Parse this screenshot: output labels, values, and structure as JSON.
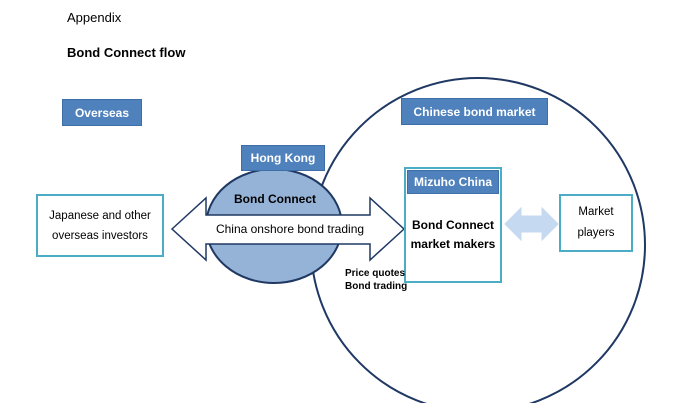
{
  "header": {
    "appendix": "Appendix",
    "title": "Bond Connect flow"
  },
  "tags": {
    "overseas": "Overseas",
    "chinese_market": "Chinese bond market",
    "hong_kong": "Hong Kong",
    "mizuho": "Mizuho China"
  },
  "nodes": {
    "investors_line1": "Japanese and other",
    "investors_line2": "overseas investors",
    "market_makers_line1": "Bond Connect",
    "market_makers_line2": "market makers",
    "players_line1": "Market",
    "players_line2": "players"
  },
  "hub": {
    "name": "Bond Connect",
    "trading": "China onshore bond trading"
  },
  "annotation": {
    "line1": "Price quotes",
    "line2": "Bond trading"
  },
  "colors": {
    "accent": "#4f81bd",
    "box_border": "#4bacc6",
    "circle_stroke": "#1f3864",
    "ellipse_fill": "#95b3d7",
    "light_arrow": "#c5d9f1"
  }
}
